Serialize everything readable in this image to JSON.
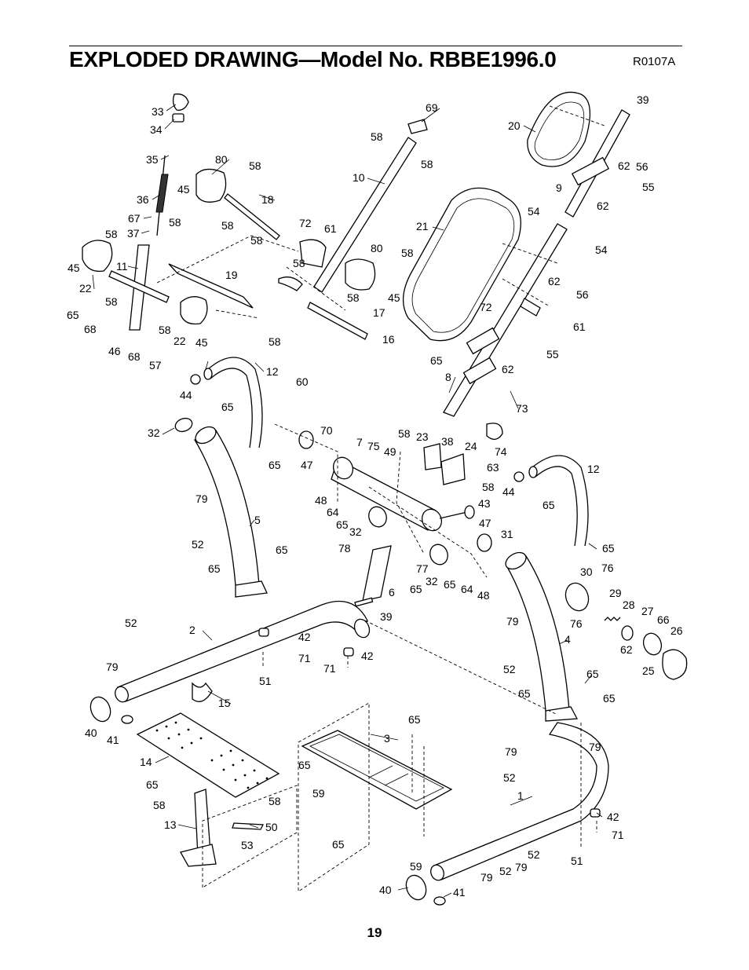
{
  "header": {
    "title": "EXPLODED DRAWING—Model No. RBBE1996.0",
    "code": "R0107A"
  },
  "page_number": "19",
  "callouts": [
    "33",
    "34",
    "35",
    "36",
    "67",
    "37",
    "58",
    "58",
    "45",
    "22",
    "11",
    "58",
    "65",
    "68",
    "46",
    "68",
    "57",
    "58",
    "22",
    "45",
    "80",
    "58",
    "45",
    "18",
    "58",
    "72",
    "61",
    "58",
    "19",
    "58",
    "17",
    "16",
    "58",
    "60",
    "58",
    "10",
    "69",
    "58",
    "80",
    "58",
    "45",
    "58",
    "21",
    "20",
    "39",
    "62",
    "56",
    "9",
    "55",
    "62",
    "54",
    "54",
    "62",
    "56",
    "72",
    "61",
    "55",
    "62",
    "65",
    "8",
    "73",
    "38",
    "74",
    "12",
    "44",
    "65",
    "32",
    "65",
    "70",
    "47",
    "7",
    "75",
    "49",
    "58",
    "23",
    "24",
    "63",
    "58",
    "43",
    "48",
    "64",
    "65",
    "32",
    "47",
    "31",
    "78",
    "77",
    "32",
    "65",
    "64",
    "48",
    "6",
    "65",
    "39",
    "79",
    "52",
    "5",
    "65",
    "65",
    "12",
    "44",
    "65",
    "65",
    "30",
    "76",
    "29",
    "28",
    "27",
    "66",
    "26",
    "62",
    "76",
    "25",
    "79",
    "52",
    "4",
    "65",
    "65",
    "65",
    "79",
    "79",
    "52",
    "2",
    "52",
    "79",
    "42",
    "71",
    "42",
    "71",
    "51",
    "40",
    "41",
    "15",
    "14",
    "65",
    "58",
    "58",
    "13",
    "50",
    "53",
    "3",
    "65",
    "65",
    "59",
    "65",
    "59",
    "1",
    "42",
    "71",
    "52",
    "79",
    "52",
    "79",
    "51",
    "40",
    "41"
  ]
}
